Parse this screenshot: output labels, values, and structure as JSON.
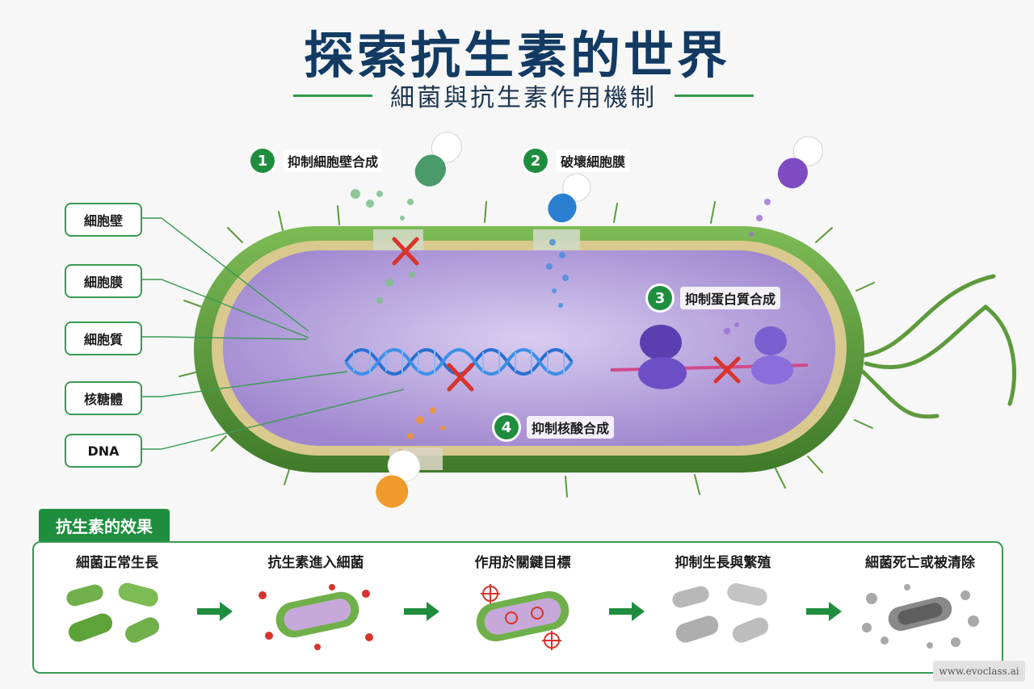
{
  "header": {
    "title": "探索抗生素的世界",
    "subtitle": "細菌與抗生素作用機制"
  },
  "mechanisms": [
    {
      "number": "1",
      "label": "抑制細胞壁合成",
      "color": "#4a9a6a"
    },
    {
      "number": "2",
      "label": "破壞細胞膜",
      "color": "#2a7fd0"
    },
    {
      "number": "3",
      "label": "抑制蛋白質合成",
      "color": "#7e4bc2"
    },
    {
      "number": "4",
      "label": "抑制核酸合成",
      "color": "#ef9a2a"
    }
  ],
  "parts": [
    {
      "label": "細胞壁"
    },
    {
      "label": "細胞膜"
    },
    {
      "label": "細胞質"
    },
    {
      "label": "核糖體"
    },
    {
      "label": "DNA"
    }
  ],
  "effects": {
    "heading": "抗生素的效果",
    "stages": [
      {
        "label": "細菌正常生長",
        "icon": "healthy-bacteria-icon"
      },
      {
        "label": "抗生素進入細菌",
        "icon": "antibiotic-entry-icon"
      },
      {
        "label": "作用於關鍵目標",
        "icon": "target-icon"
      },
      {
        "label": "抑制生長與繁殖",
        "icon": "inhibited-bacteria-icon"
      },
      {
        "label": "細菌死亡或被清除",
        "icon": "dead-bacteria-icon"
      }
    ]
  },
  "footer": {
    "watermark": "www.evoclass.ai"
  },
  "colors": {
    "title": "#123a63",
    "accent_green": "#1e8e3e",
    "cell_wall": "#5e9a3c",
    "cytoplasm": "#b7a3dc",
    "inhibit_mark": "#d8342c"
  }
}
